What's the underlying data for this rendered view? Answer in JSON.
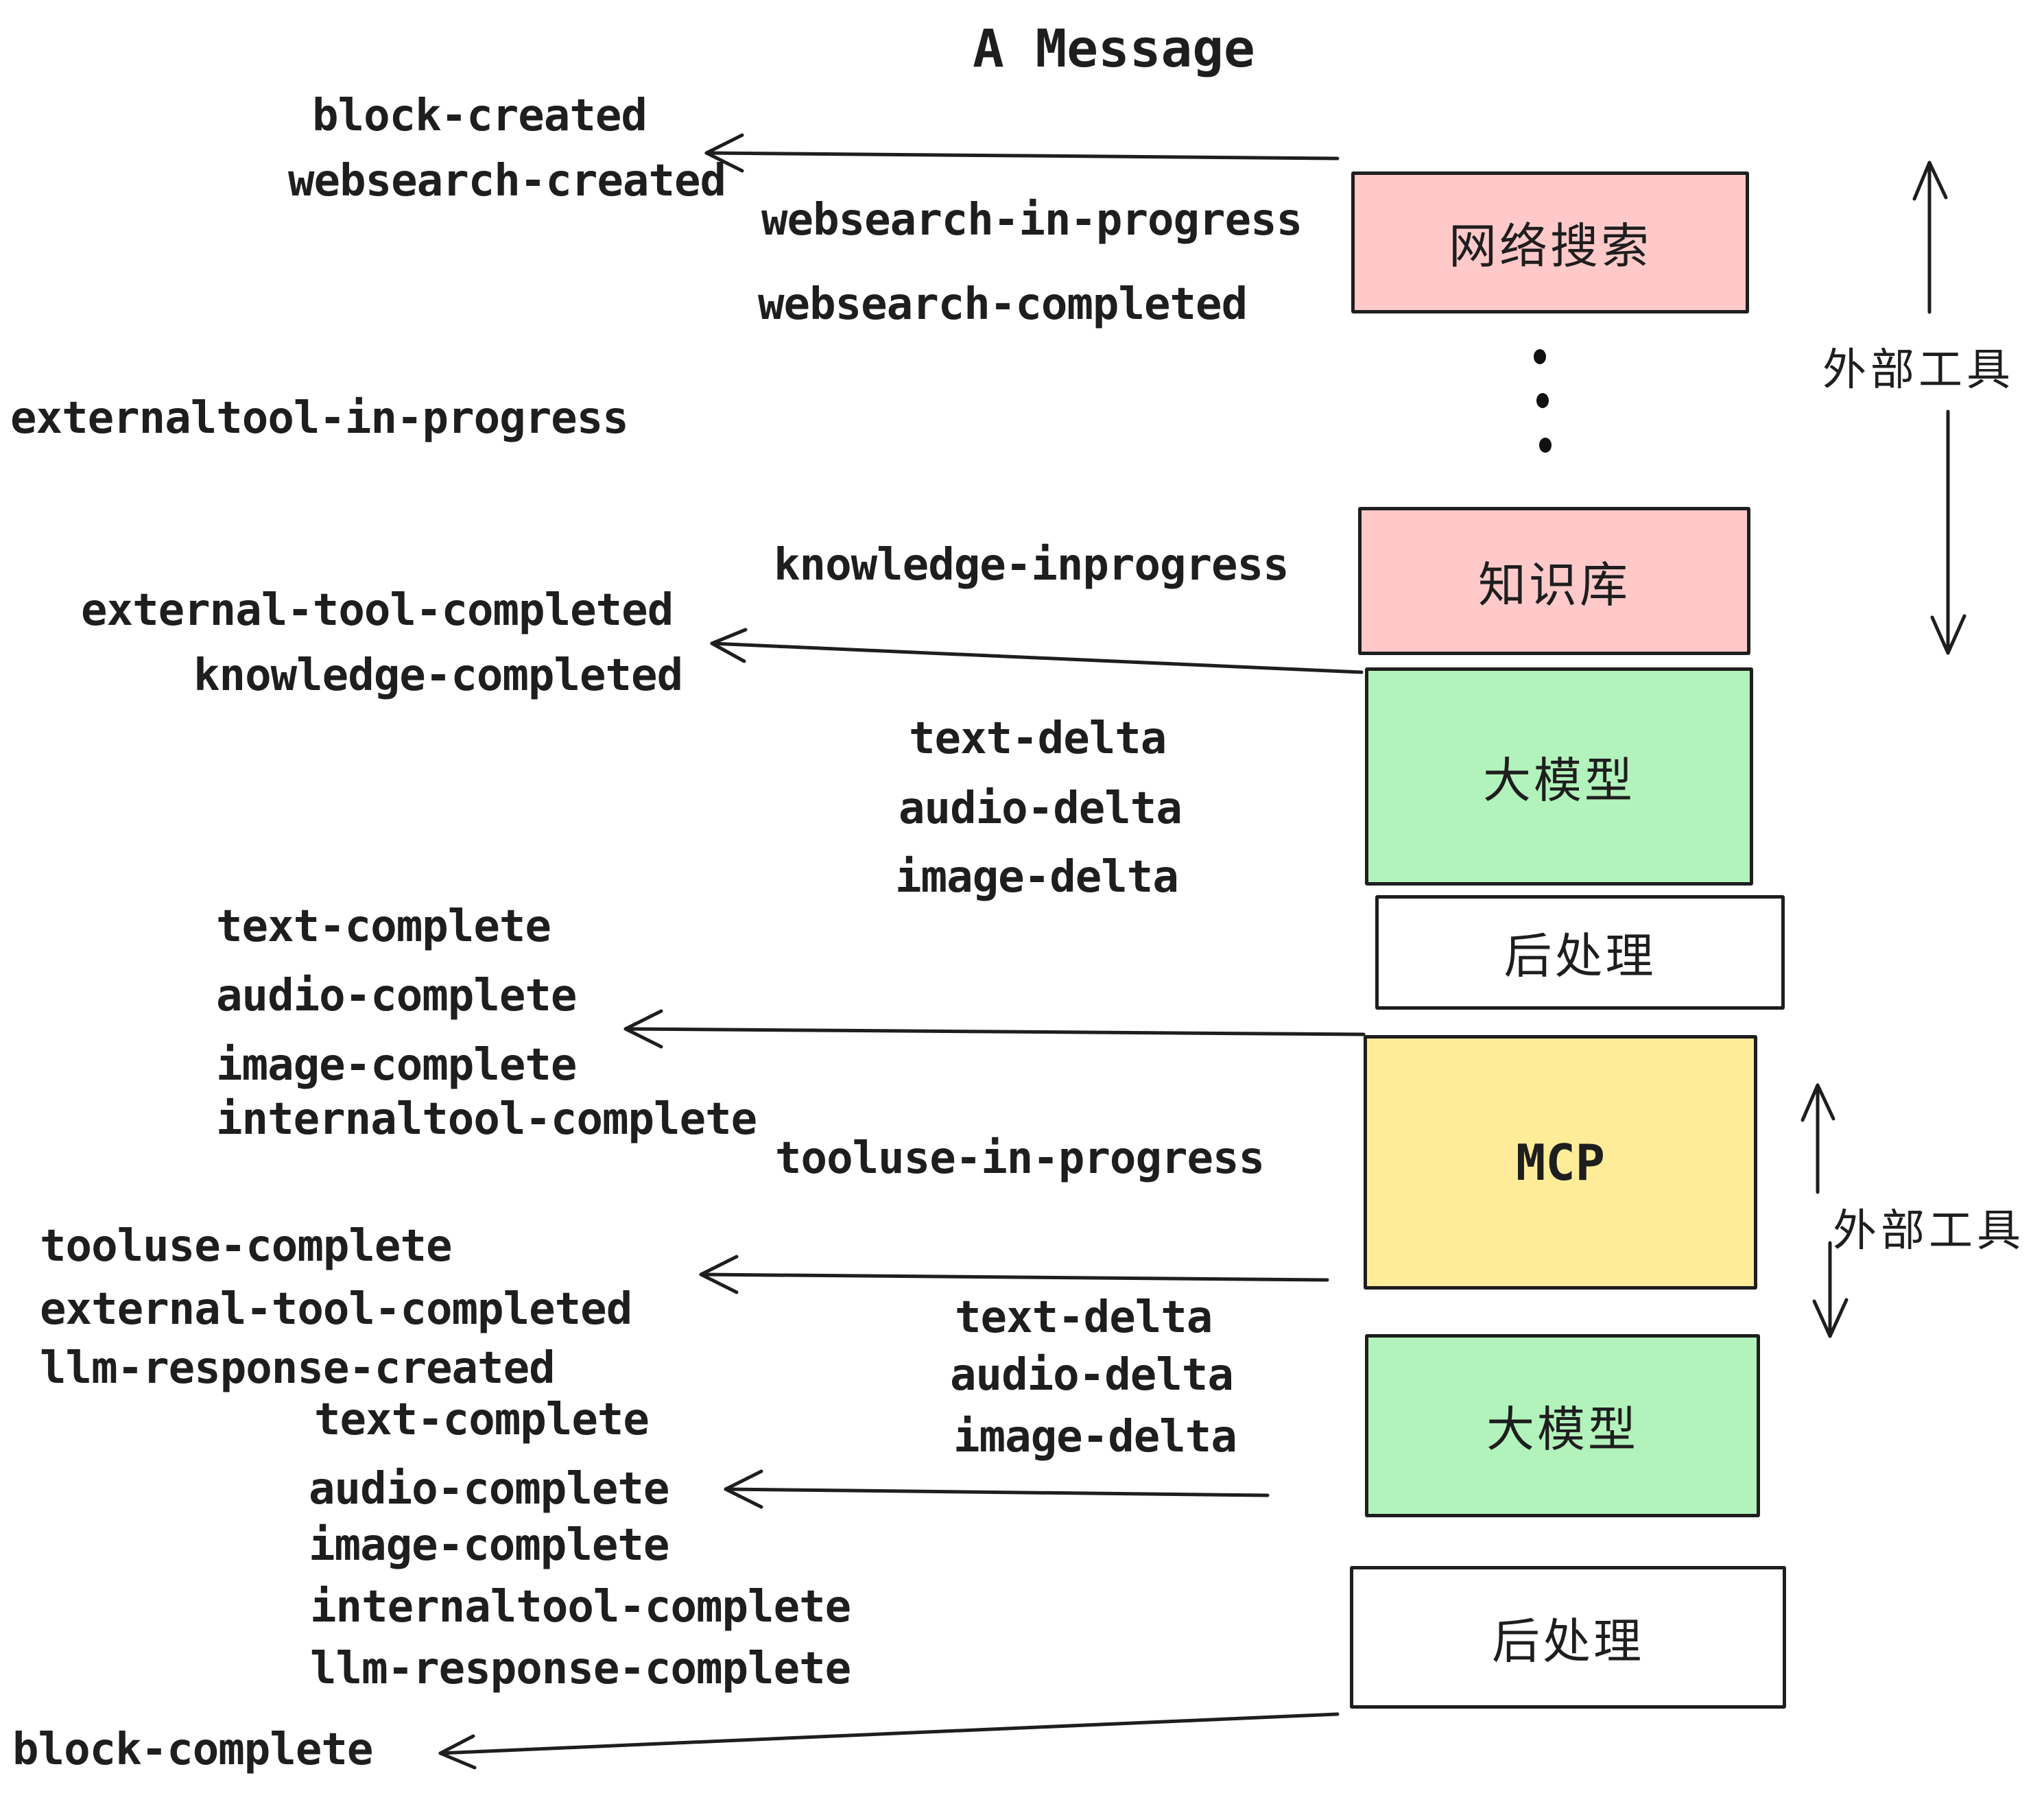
{
  "title": "A Message",
  "colors": {
    "box_pink": "#ffc9c9",
    "box_green": "#b2f2bb",
    "box_yellow": "#ffec99",
    "box_white": "#ffffff",
    "ink": "#1e1e1e"
  },
  "boxes": {
    "websearch": "网络搜索",
    "knowledge": "知识库",
    "llm": "大模型",
    "postprocess": "后处理",
    "mcp": "MCP",
    "llm2": "大模型",
    "postprocess2": "后处理"
  },
  "side_labels": {
    "external_tools_top": "外部工具",
    "external_tools_bottom": "外部工具"
  },
  "events": {
    "block_created": "block-created",
    "websearch_created": "websearch-created",
    "websearch_in_progress": "websearch-in-progress",
    "websearch_completed": "websearch-completed",
    "externaltool_in_progress": "externaltool-in-progress",
    "knowledge_inprogress": "knowledge-inprogress",
    "external_tool_completed": "external-tool-completed",
    "knowledge_completed": "knowledge-completed",
    "text_delta": "text-delta",
    "audio_delta": "audio-delta",
    "image_delta": "image-delta",
    "text_complete": "text-complete",
    "audio_complete": "audio-complete",
    "image_complete": "image-complete",
    "internaltool_complete": "internaltool-complete",
    "tooluse_in_progress": "tooluse-in-progress",
    "tooluse_complete": "tooluse-complete",
    "external_tool_completed_2": "external-tool-completed",
    "llm_response_created": "llm-response-created",
    "text_complete_2": "text-complete",
    "audio_complete_2": "audio-complete",
    "image_complete_2": "image-complete",
    "internaltool_complete_2": "internaltool-complete",
    "llm_response_complete": "llm-response-complete",
    "text_delta_2": "text-delta",
    "audio_delta_2": "audio-delta",
    "image_delta_2": "image-delta",
    "block_complete": "block-complete"
  }
}
